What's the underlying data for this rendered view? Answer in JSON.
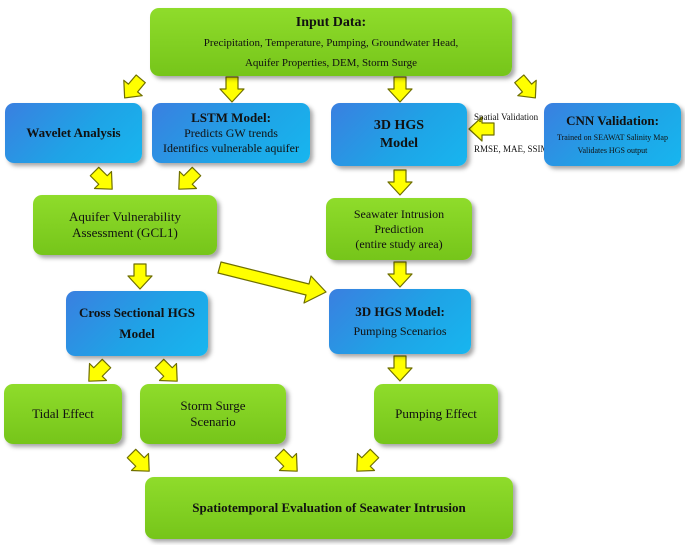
{
  "input": {
    "title": "Input Data:",
    "line1": "Precipitation, Temperature, Pumping, Groundwater Head,",
    "line2": "Aquifer Properties, DEM, Storm Surge"
  },
  "wavelet": {
    "title": "Wavelet Analysis"
  },
  "lstm": {
    "title": "LSTM Model:",
    "line1": "Predicts GW trends",
    "line2": "Identifics vulnerable aquifer"
  },
  "hgs3d": {
    "line1": "3D HGS",
    "line2": "Model"
  },
  "cnn": {
    "title": "CNN Validation:",
    "line1": "Trained on SEAWAT Salinity Map",
    "line2": "Validates HGS output"
  },
  "spatial_validation": "Spatial Validation",
  "metrics": "RMSE, MAE, SSIM",
  "vulnerability": {
    "line1": "Aquifer Vulnerability",
    "line2": "Assessment (GCL1)"
  },
  "seawater_prediction": {
    "line1": "Seawater Intrusion",
    "line2": "Prediction",
    "line3": "(entire study area)"
  },
  "cross_sectional": {
    "line1": "Cross Sectional HGS",
    "line2": "Model"
  },
  "pumping_model": {
    "title": "3D HGS Model:",
    "line1": "Pumping Scenarios"
  },
  "tidal": {
    "title": "Tidal Effect"
  },
  "storm": {
    "line1": "Storm Surge",
    "line2": "Scenario"
  },
  "pumping_effect": {
    "title": "Pumping Effect"
  },
  "final": {
    "title": "Spatiotemporal Evaluation of Seawater Intrusion"
  },
  "colors": {
    "green": "#80cf22",
    "blue": "#2f8fe6",
    "arrow_fill": "#ffff00",
    "arrow_stroke": "#7a7a00"
  }
}
